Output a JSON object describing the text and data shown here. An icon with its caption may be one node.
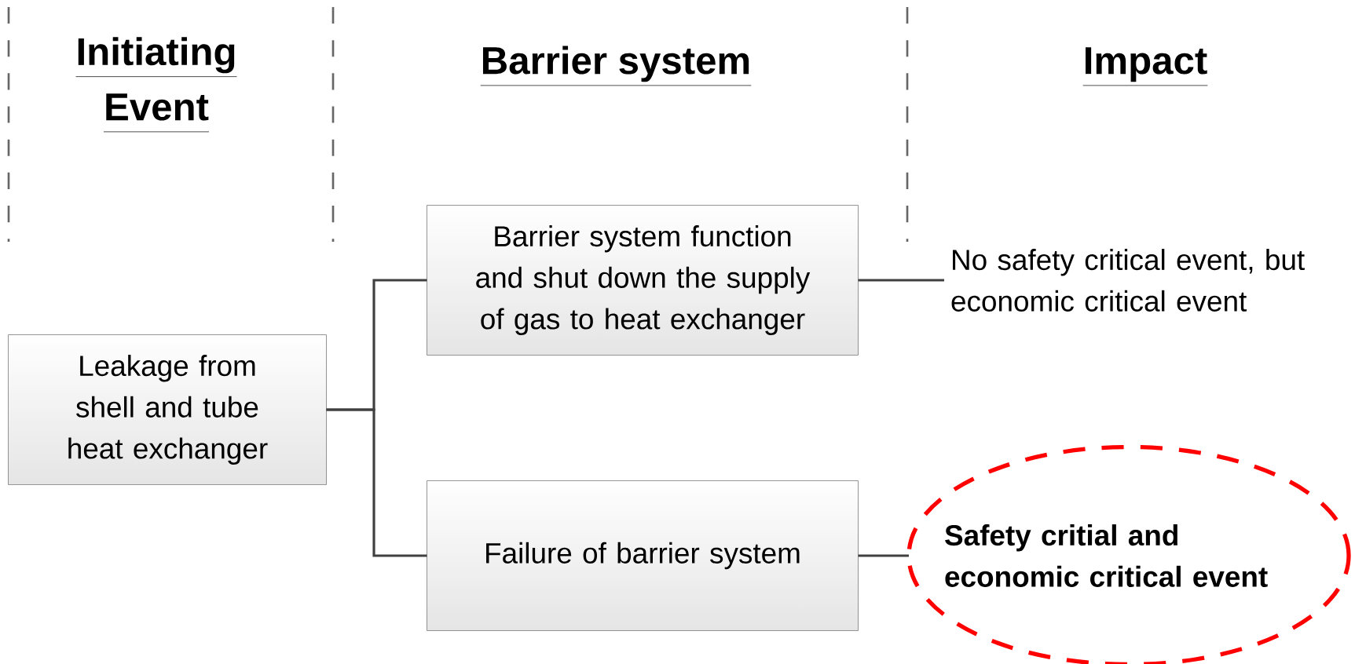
{
  "diagram": {
    "nodes": [
      {
        "text": [
          "Leakage from shell and tube heat exchanger"
        ]
      },
      {
        "text": [
          "Barrier system function and shut down the supply of gas to heat exchanger"
        ]
      },
      {
        "text": [
          "Failure of barrier system"
        ]
      },
      {
        "text": [
          "No safety critical event, but economic critical event"
        ]
      },
      {
        "text": [
          "Safety critial and economic critical event"
        ]
      }
    ],
    "edges": [
      {
        "from": 0,
        "to": 1,
        "arrow": "none"
      },
      {
        "from": 0,
        "to": 2,
        "arrow": "none"
      },
      {
        "from": 1,
        "to": 3,
        "arrow": "none"
      },
      {
        "from": 2,
        "to": 4,
        "arrow": "none"
      }
    ],
    "labels": [
      "Initiating Event",
      "Barrier system",
      "Impact"
    ]
  }
}
